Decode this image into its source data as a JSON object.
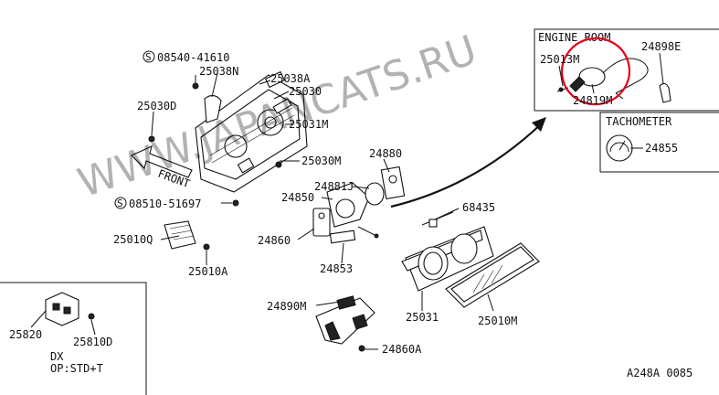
{
  "watermark": "WWW.JAPANCATS.RU",
  "diagram_code": "A248A 0085",
  "insets": {
    "engine_room": {
      "title": "ENGINE ROOM"
    },
    "tachometer": {
      "title": "TACHOMETER"
    },
    "variant": {
      "line1": "DX",
      "line2": "OP:STD+T"
    }
  },
  "front_label": "FRONT",
  "bolt_prefix": "S",
  "parts": [
    {
      "id": "08540-41610",
      "text": "08540-41610",
      "circled": true
    },
    {
      "id": "25038N",
      "text": "25038N"
    },
    {
      "id": "25038A",
      "text": "25038A"
    },
    {
      "id": "25030",
      "text": "25030"
    },
    {
      "id": "25030D",
      "text": "25030D"
    },
    {
      "id": "25031M",
      "text": "25031M"
    },
    {
      "id": "25030M",
      "text": "25030M"
    },
    {
      "id": "08510-51697",
      "text": "08510-51697",
      "circled": true
    },
    {
      "id": "25010Q",
      "text": "25010Q"
    },
    {
      "id": "25010A",
      "text": "25010A"
    },
    {
      "id": "24880",
      "text": "24880"
    },
    {
      "id": "24881J",
      "text": "24881J"
    },
    {
      "id": "24850",
      "text": "24850"
    },
    {
      "id": "24860",
      "text": "24860"
    },
    {
      "id": "24853",
      "text": "24853"
    },
    {
      "id": "68435",
      "text": "68435"
    },
    {
      "id": "25031",
      "text": "25031"
    },
    {
      "id": "25010M",
      "text": "25010M"
    },
    {
      "id": "24890M",
      "text": "24890M"
    },
    {
      "id": "24860A",
      "text": "24860A"
    },
    {
      "id": "25820",
      "text": "25820"
    },
    {
      "id": "25810D",
      "text": "25810D"
    },
    {
      "id": "25013M",
      "text": "25013M"
    },
    {
      "id": "24819M",
      "text": "24819M"
    },
    {
      "id": "24898E",
      "text": "24898E"
    },
    {
      "id": "24855",
      "text": "24855"
    }
  ],
  "highlight": {
    "color": "#e3001b",
    "target": "24819M"
  }
}
